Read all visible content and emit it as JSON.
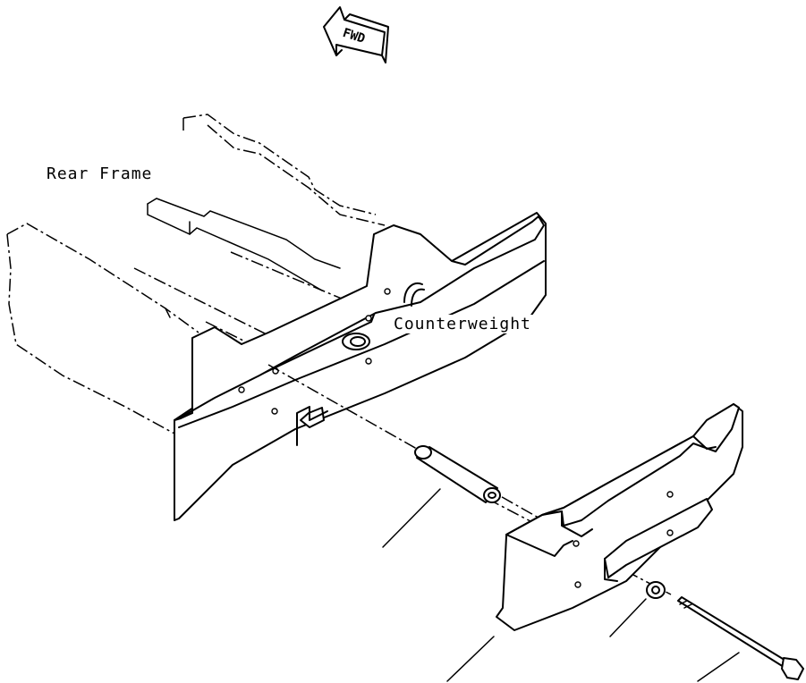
{
  "direction_indicator": {
    "text": "FWD"
  },
  "labels": {
    "rear_frame": "Rear Frame",
    "counterweight": "Counterweight"
  }
}
